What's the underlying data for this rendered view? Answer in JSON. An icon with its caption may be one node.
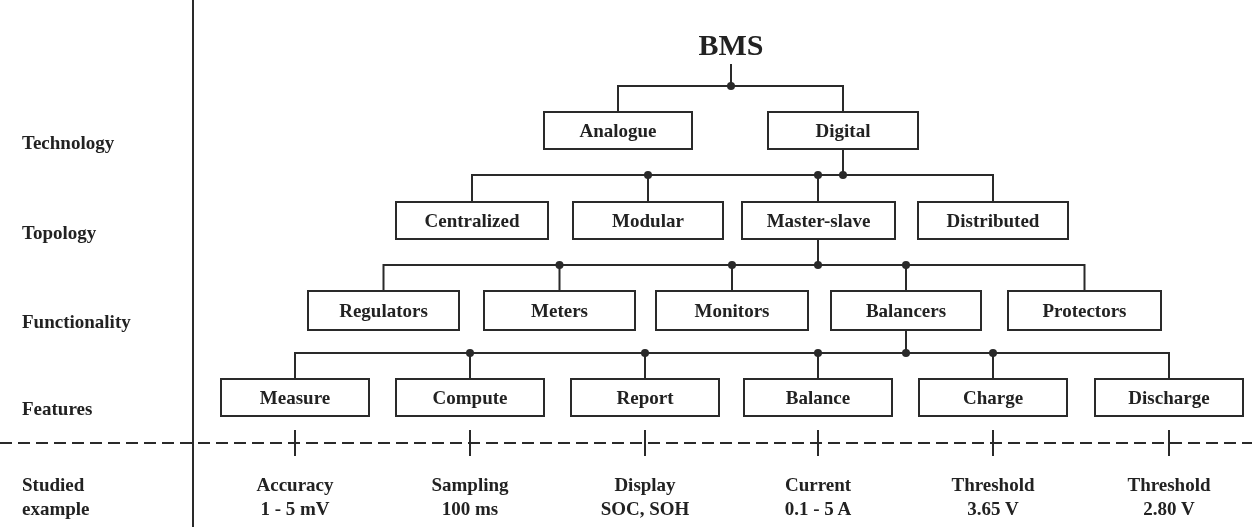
{
  "diagram": {
    "nodes": [
      {
        "text": [
          "BMS"
        ]
      },
      {
        "text": [
          "Analogue"
        ]
      },
      {
        "text": [
          "Digital"
        ]
      },
      {
        "text": [
          "Centralized"
        ]
      },
      {
        "text": [
          "Modular"
        ]
      },
      {
        "text": [
          "Master-slave"
        ]
      },
      {
        "text": [
          "Distributed"
        ]
      },
      {
        "text": [
          "Regulators"
        ]
      },
      {
        "text": [
          "Meters"
        ]
      },
      {
        "text": [
          "Monitors"
        ]
      },
      {
        "text": [
          "Balancers"
        ]
      },
      {
        "text": [
          "Protectors"
        ]
      },
      {
        "text": [
          "Measure"
        ]
      },
      {
        "text": [
          "Compute"
        ]
      },
      {
        "text": [
          "Report"
        ]
      },
      {
        "text": [
          "Balance"
        ]
      },
      {
        "text": [
          "Charge"
        ]
      },
      {
        "text": [
          "Discharge"
        ]
      }
    ],
    "edges": [
      {
        "from": 0,
        "to": 1,
        "arrow": "none"
      },
      {
        "from": 0,
        "to": 2,
        "arrow": "none"
      },
      {
        "from": 2,
        "to": 3,
        "arrow": "none"
      },
      {
        "from": 2,
        "to": 4,
        "arrow": "none"
      },
      {
        "from": 2,
        "to": 5,
        "arrow": "none"
      },
      {
        "from": 2,
        "to": 6,
        "arrow": "none"
      },
      {
        "from": 5,
        "to": 7,
        "arrow": "none"
      },
      {
        "from": 5,
        "to": 8,
        "arrow": "none"
      },
      {
        "from": 5,
        "to": 9,
        "arrow": "none"
      },
      {
        "from": 5,
        "to": 10,
        "arrow": "none"
      },
      {
        "from": 5,
        "to": 11,
        "arrow": "none"
      },
      {
        "from": 10,
        "to": 12,
        "arrow": "none"
      },
      {
        "from": 10,
        "to": 13,
        "arrow": "none"
      },
      {
        "from": 10,
        "to": 14,
        "arrow": "none"
      },
      {
        "from": 10,
        "to": 15,
        "arrow": "none"
      },
      {
        "from": 10,
        "to": 16,
        "arrow": "none"
      },
      {
        "from": 10,
        "to": 17,
        "arrow": "none"
      }
    ],
    "labels": [
      "Technology",
      "Topology",
      "Functionality",
      "Features",
      "Studied example",
      "Accuracy 1 - 5 mV",
      "Sampling 100 ms",
      "Display SOC, SOH",
      "Current 0.1 - 5 A",
      "Threshold 3.65 V",
      "Threshold 2.80 V"
    ]
  }
}
